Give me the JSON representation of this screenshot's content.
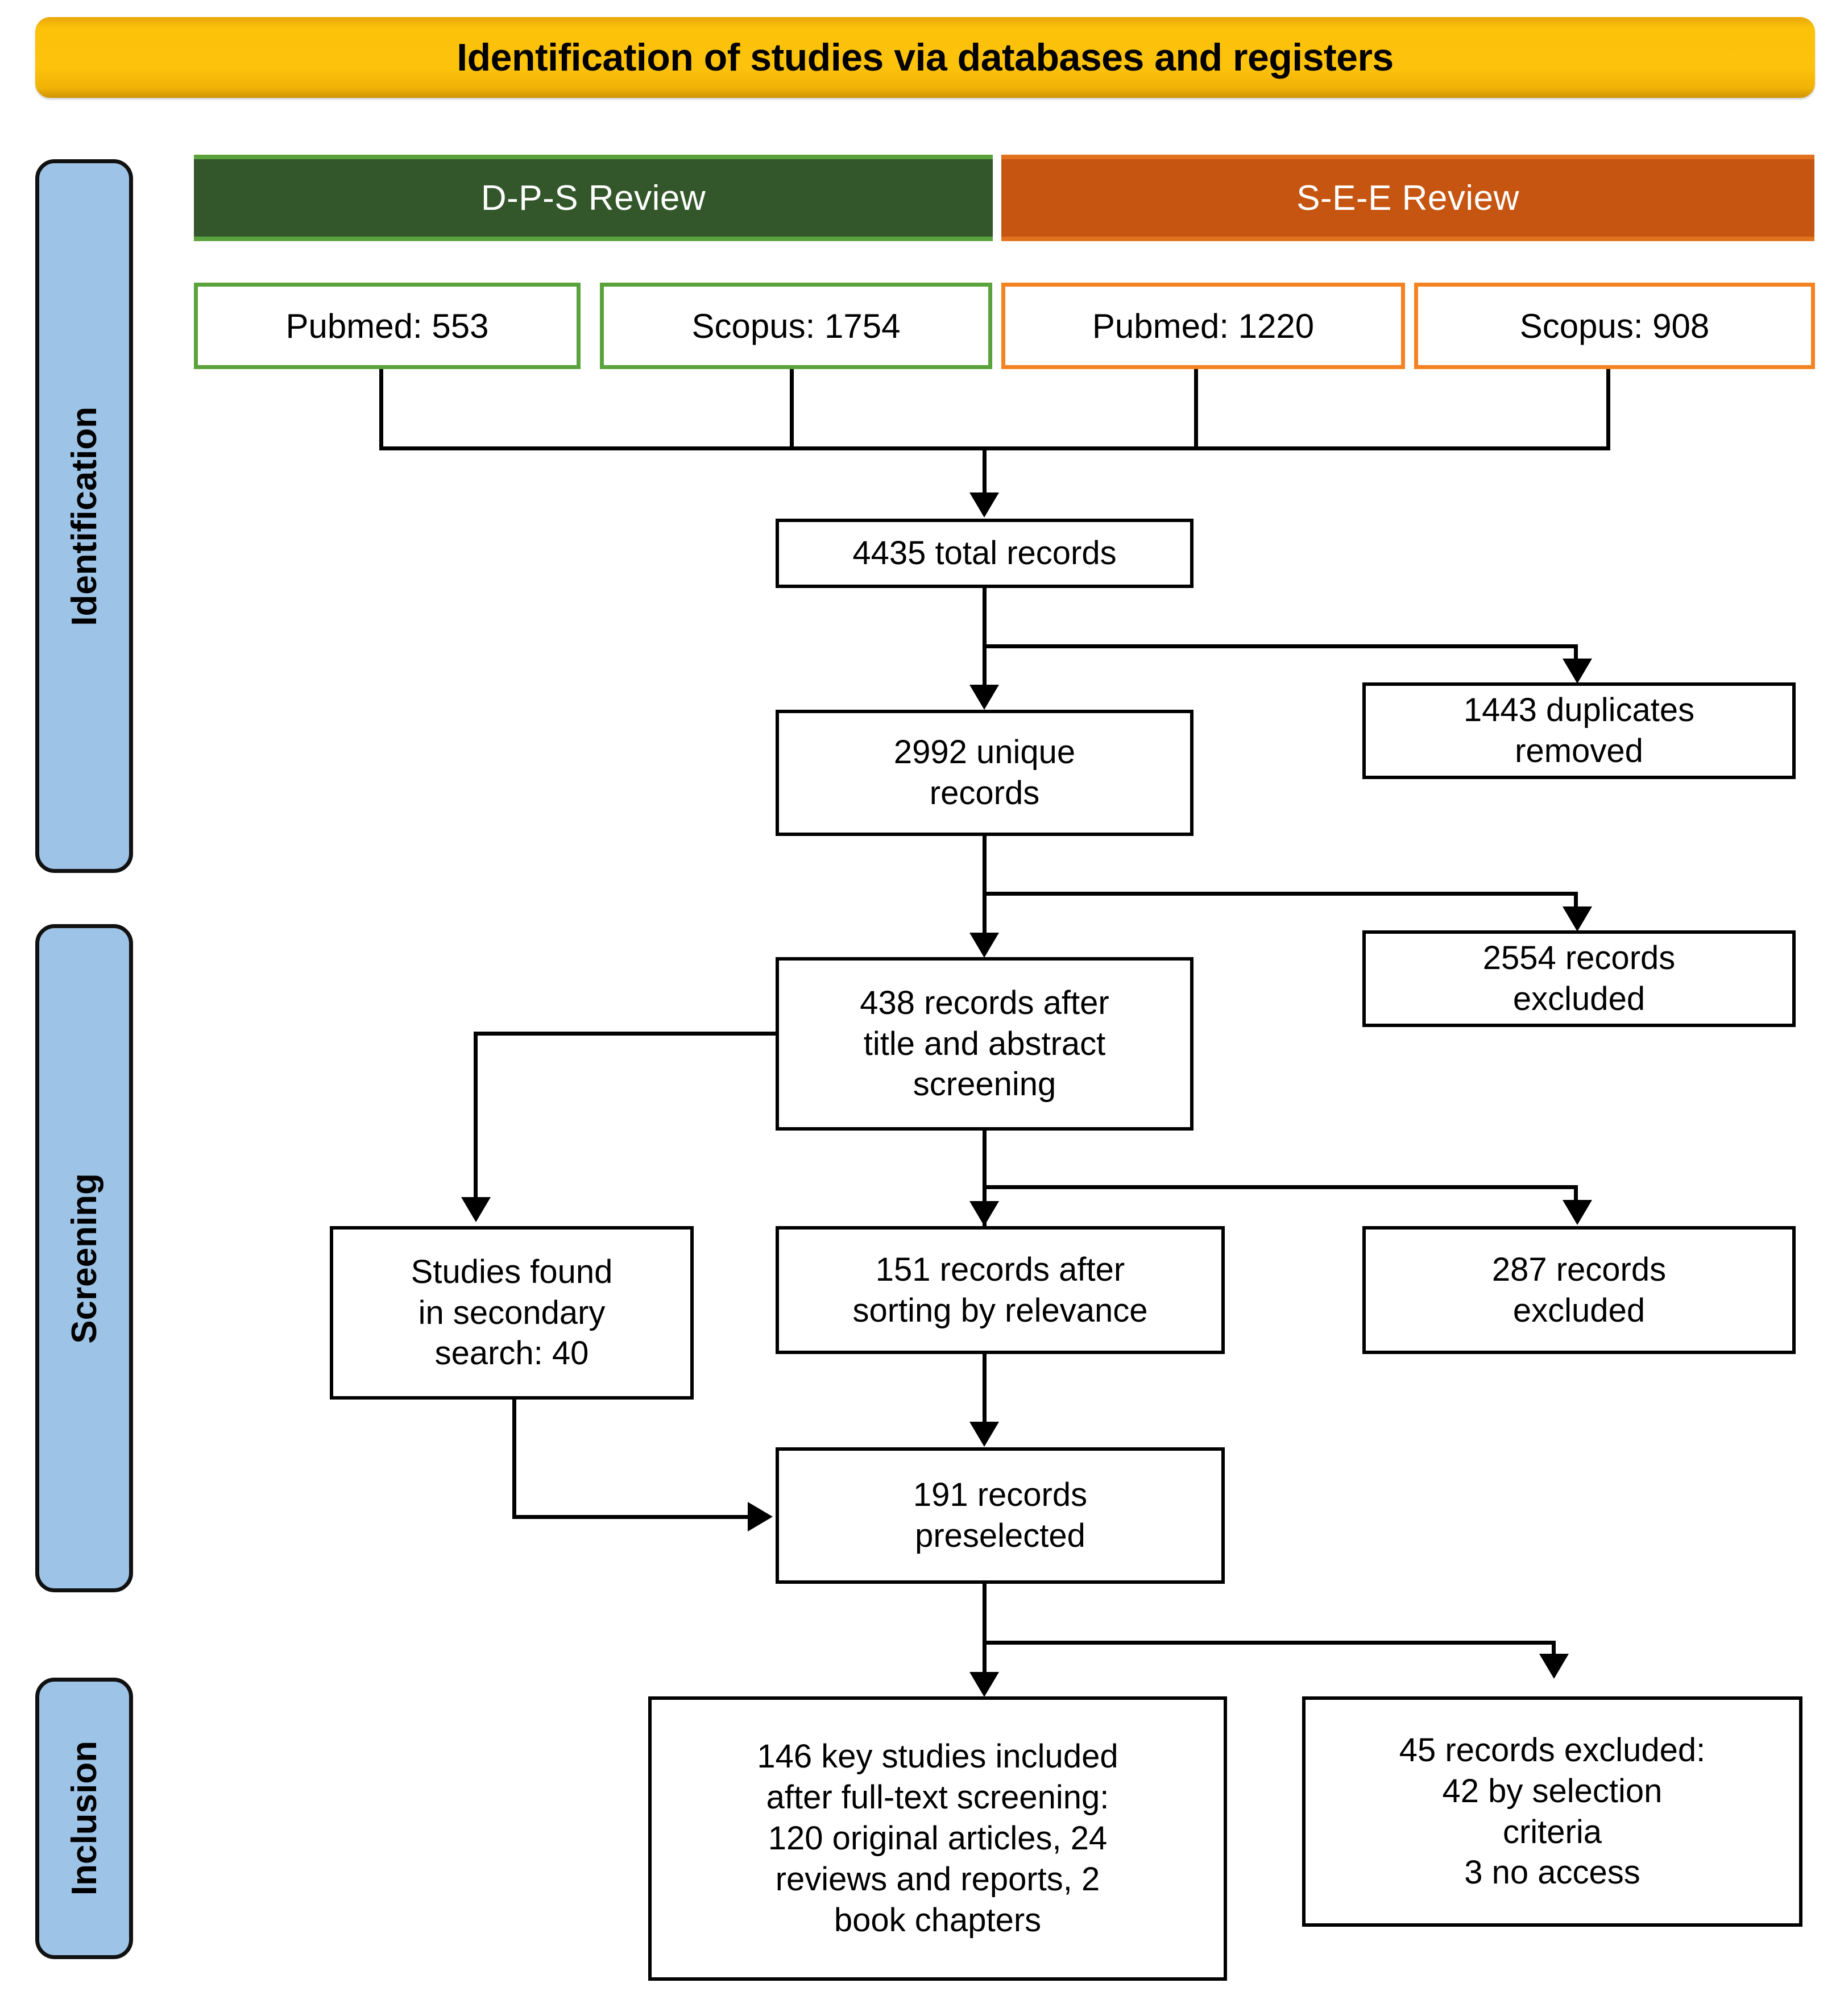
{
  "diagram": {
    "title": "Identification of studies via databases and registers",
    "type": "PRISMA flow diagram"
  },
  "phases": [
    {
      "label": "Identification"
    },
    {
      "label": "Screening"
    },
    {
      "label": "Inclusion"
    }
  ],
  "reviews": [
    {
      "label": "D-P-S Review",
      "color": "#33572b"
    },
    {
      "label": "S-E-E Review",
      "color": "#c55511"
    }
  ],
  "sources": [
    {
      "label": "Pubmed: 553",
      "database": "Pubmed",
      "count": 553,
      "review": "D-P-S Review",
      "color": "#5aa23c"
    },
    {
      "label": "Scopus: 1754",
      "database": "Scopus",
      "count": 1754,
      "review": "D-P-S Review",
      "color": "#5aa23c"
    },
    {
      "label": "Pubmed: 1220",
      "database": "Pubmed",
      "count": 1220,
      "review": "S-E-E Review",
      "color": "#f58220"
    },
    {
      "label": "Scopus: 908",
      "database": "Scopus",
      "count": 908,
      "review": "S-E-E Review",
      "color": "#f58220"
    }
  ],
  "nodes": {
    "total_records": "4435 total records",
    "unique_records": "2992 unique\nrecords",
    "duplicates_removed": "1443 duplicates\nremoved",
    "after_title_abstract": "438 records after\ntitle and abstract\nscreening",
    "excluded_title_abstract": "2554 records\nexcluded",
    "secondary_search": "Studies found\nin secondary\nsearch: 40",
    "after_relevance": "151 records after\nsorting by relevance",
    "excluded_relevance": "287 records\nexcluded",
    "preselected": "191 records\npreselected",
    "included": "146 key studies included\nafter full-text screening:\n120 original articles, 24\nreviews and reports, 2\nbook chapters",
    "excluded_fulltext": "45 records excluded:\n42 by selection\ncriteria\n3 no access"
  },
  "counts": {
    "total_records": 4435,
    "unique_records": 2992,
    "duplicates_removed": 1443,
    "after_title_abstract": 438,
    "excluded_title_abstract": 2554,
    "secondary_search": 40,
    "after_relevance": 151,
    "excluded_relevance": 287,
    "preselected": 191,
    "included": 146,
    "original_articles": 120,
    "reviews_and_reports": 24,
    "book_chapters": 2,
    "excluded_fulltext": 45,
    "excluded_by_selection_criteria": 42,
    "excluded_no_access": 3
  },
  "colors": {
    "banner": "#fcc20a",
    "phase_bar": "#9dc3e6",
    "green_review": "#33572b",
    "green_accent": "#5aa23c",
    "orange_review": "#c55511",
    "orange_accent": "#f58220",
    "line": "#000000"
  }
}
